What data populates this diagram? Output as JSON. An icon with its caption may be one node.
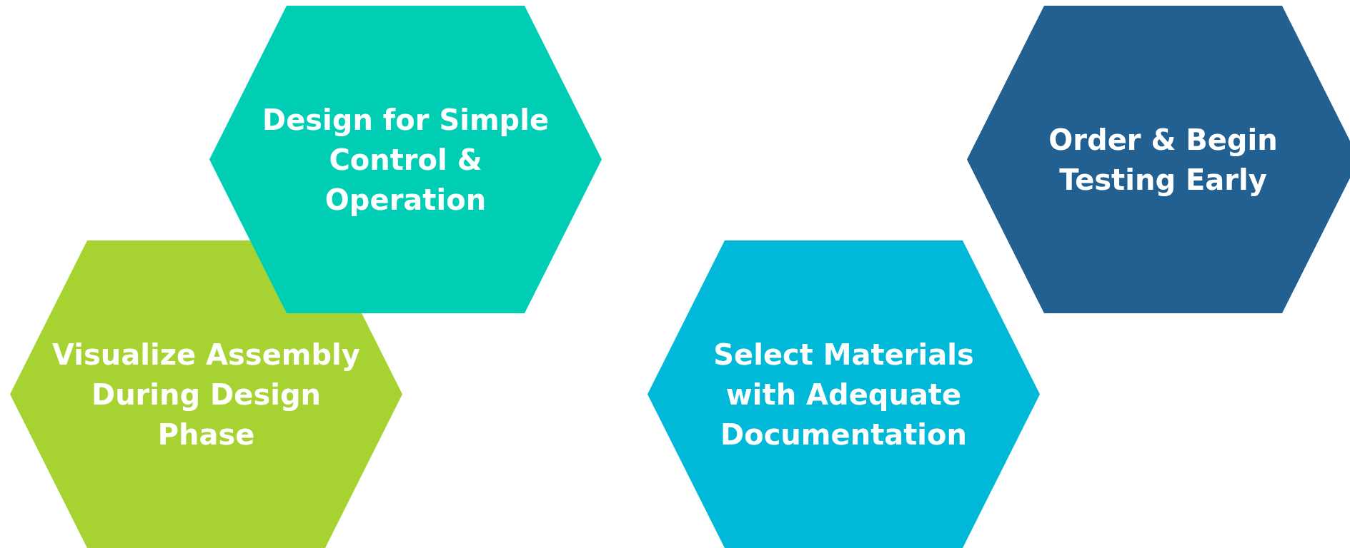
{
  "diagram": {
    "nodes": [
      {
        "text": [
          "Visualize Assembly During Design Phase"
        ]
      },
      {
        "text": [
          "Design for Simple Control & Operation"
        ]
      },
      {
        "text": [
          "Select Materials with Adequate Documentation"
        ]
      },
      {
        "text": [
          "Order & Begin Testing Early"
        ]
      }
    ]
  }
}
